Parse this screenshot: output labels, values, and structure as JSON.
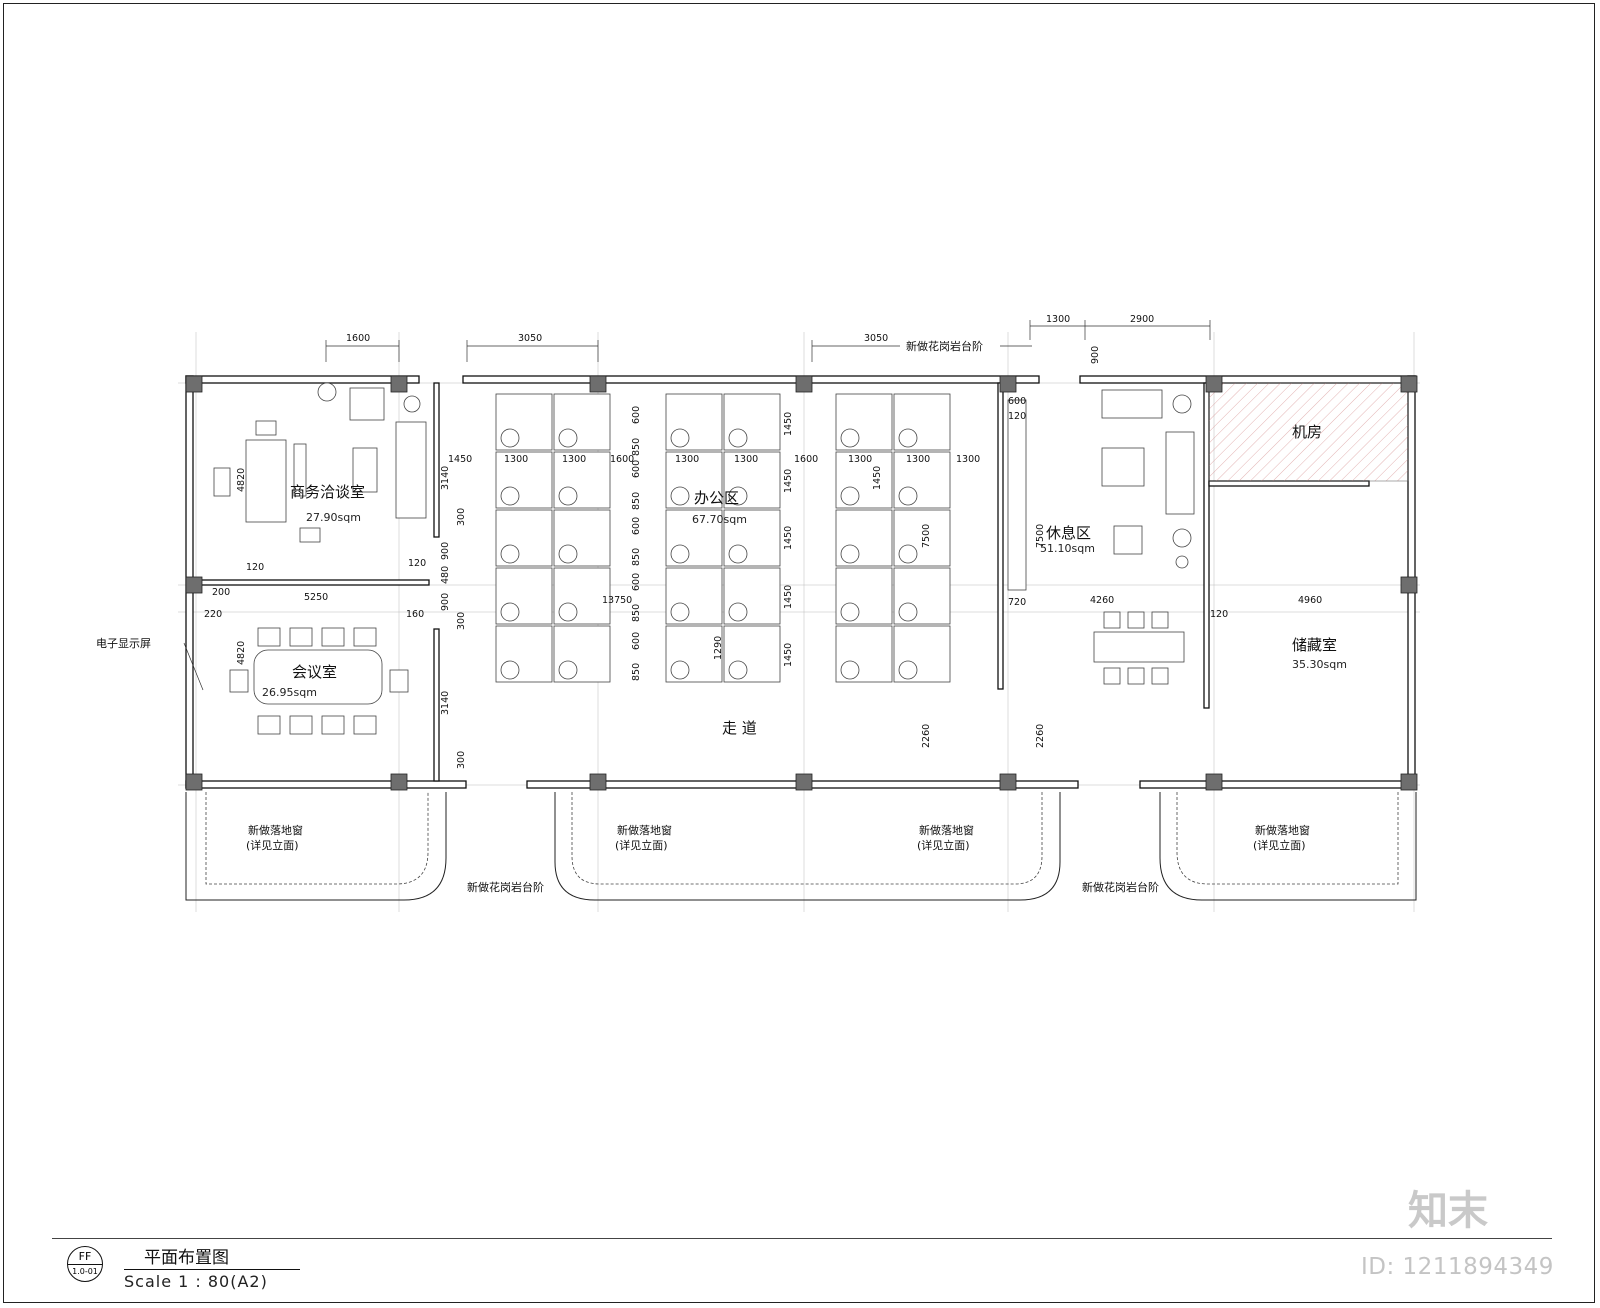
{
  "rooms": {
    "business_meeting": {
      "name": "商务洽谈室",
      "area": "27.90sqm"
    },
    "conference": {
      "name": "会议室",
      "area": "26.95sqm"
    },
    "office": {
      "name": "办公区",
      "area": "67.70sqm"
    },
    "lounge": {
      "name": "休息区",
      "area": "51.10sqm"
    },
    "machine_room": {
      "name": "机房"
    },
    "storage": {
      "name": "储藏室",
      "area": "35.30sqm"
    },
    "corridor": {
      "name": "走  道"
    }
  },
  "notes": {
    "granite_steps": "新做花岗岩台阶",
    "new_window": "新做落地窗",
    "see_elevation": "(详见立面)",
    "electronic_screen": "电子显示屏"
  },
  "dimensions": {
    "top": [
      "1600",
      "3050",
      "3050",
      "1300",
      "2900"
    ],
    "office_row": [
      "1450",
      "1300",
      "1300",
      "1600",
      "1300",
      "1300",
      "1600",
      "1300",
      "1300",
      "1300"
    ],
    "office_cols": [
      "600",
      "850",
      "600",
      "850",
      "600",
      "850",
      "600",
      "850",
      "600",
      "850"
    ],
    "office_cols2": [
      "1450",
      "1450",
      "1450",
      "1450",
      "1450"
    ],
    "left_room_height": "4820",
    "left_room_height2": "4820",
    "mid_dims": [
      "3140",
      "300",
      "900",
      "480",
      "900",
      "300",
      "3140",
      "300"
    ],
    "small": [
      "120",
      "200",
      "220",
      "160",
      "120"
    ],
    "partition_length": "5250",
    "total_width": "13750",
    "lounge_width": "4260",
    "storage_width": "4960",
    "storage_offset": "120",
    "kitchen": [
      "600",
      "120",
      "720"
    ],
    "lounge_height": "7500",
    "office_height": "7500",
    "corridor_depth": [
      "2260",
      "2260"
    ],
    "desk_dim": "1290",
    "door_dim": "900"
  },
  "title_block": {
    "code_top": "FF",
    "code_bottom": "1.0-01",
    "title": "平面布置图",
    "scale": "Scale 1 :  80(A2)"
  },
  "watermark": {
    "brand": "知末",
    "id": "ID: 1211894349"
  }
}
